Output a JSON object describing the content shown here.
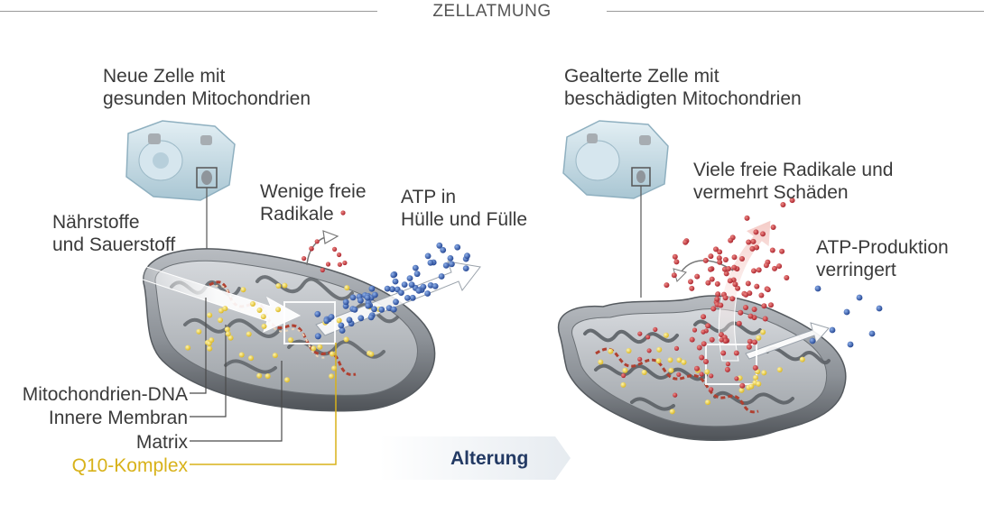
{
  "title": "ZELLATMUNG",
  "left": {
    "cell_caption": [
      "Neue Zelle mit",
      "gesunden Mitochondrien"
    ],
    "input_label": [
      "Nährstoffe",
      "und Sauerstoff"
    ],
    "radicals_label": [
      "Wenige freie",
      "Radikale"
    ],
    "atp_label": [
      "ATP in",
      "Hülle und Fülle"
    ],
    "parts": {
      "dna": "Mitochondrien-DNA",
      "membrane": "Innere Membran",
      "matrix": "Matrix",
      "q10": "Q10-Komplex"
    }
  },
  "transition": {
    "label": "Alterung"
  },
  "right": {
    "cell_caption": [
      "Gealterte Zelle mit",
      "beschädigten Mitochondrien"
    ],
    "radicals_label": [
      "Viele freie Radikale und",
      "vermehrt Schäden"
    ],
    "atp_label": [
      "ATP-Produktion",
      "verringert"
    ]
  },
  "colors": {
    "q10_yellow": "#d8b21a",
    "radical_red": "#b02a30",
    "atp_blue": "#2a4fa0",
    "membrane_grey": "#8a8e94",
    "cell_blue": "#c9dde6",
    "arrow_label_navy": "#233a64"
  }
}
